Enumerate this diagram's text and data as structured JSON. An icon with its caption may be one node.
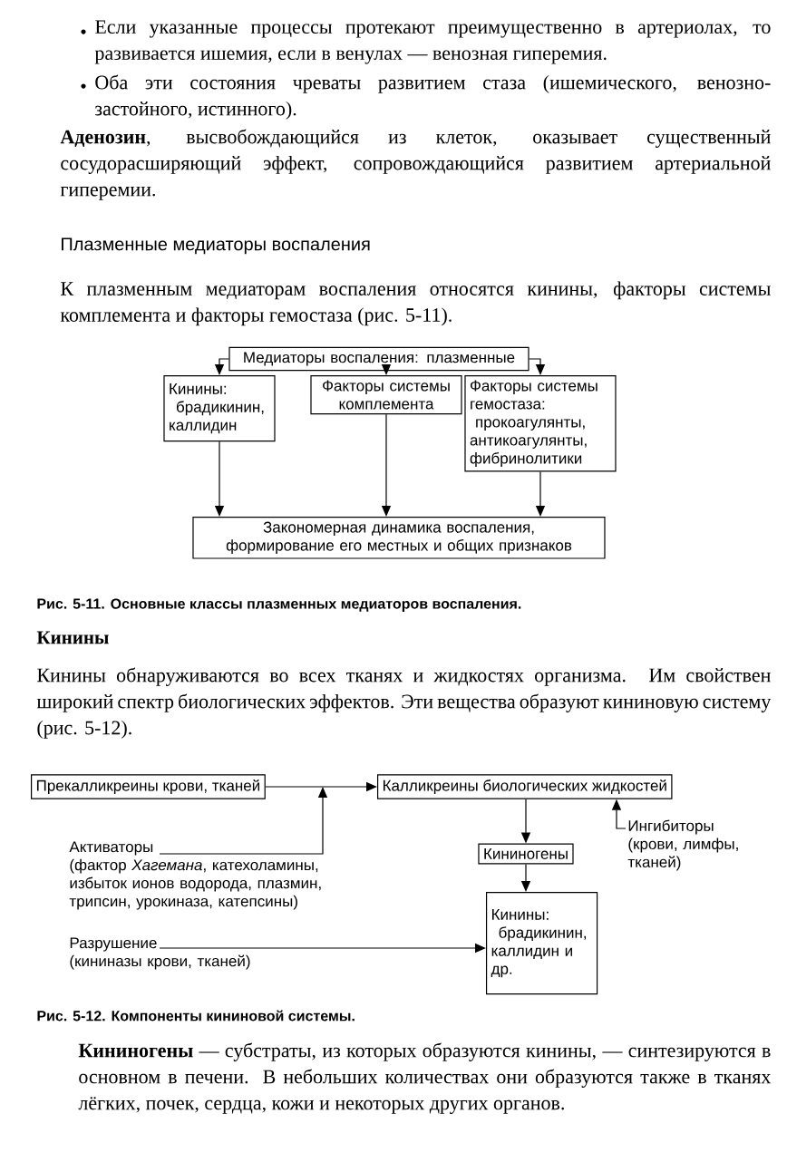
{
  "diagram": {
    "nodes": [
      {
        "text": [
          "Медиаторы воспаления: плазменные"
        ]
      },
      {
        "text": [
          "Кинины:",
          "брадикинин, каллидин"
        ]
      },
      {
        "text": [
          "Факторы системы комплемента"
        ]
      },
      {
        "text": [
          "Факторы системы гемостаза:",
          "прокоагулянты, антикоагулянты, фибринолитики"
        ]
      },
      {
        "text": [
          "Закономерная динамика воспаления, формирование его местных и общих признаков"
        ]
      },
      {
        "text": [
          "Прекалликреины крови, тканей"
        ]
      },
      {
        "text": [
          "Калликреины биологических жидкостей"
        ]
      },
      {
        "text": [
          "Кининогены"
        ]
      },
      {
        "text": [
          "Кинины:",
          "брадикинин, каллидин и др."
        ]
      },
      {
        "text": [
          "Активаторы",
          "(фактор *Хагемана*, катехоламины, избыток ионов водорода, плазмин, трипсин, урокиназа, катепсины)"
        ]
      },
      {
        "text": [
          "Ингибиторы",
          "(крови, лимфы, тканей)"
        ]
      },
      {
        "text": [
          "Разрушение",
          "(кининазы крови, тканей)"
        ]
      }
    ],
    "edges": [
      {
        "from": 0,
        "to": 1,
        "arrow": "to"
      },
      {
        "from": 0,
        "to": 2,
        "arrow": "to"
      },
      {
        "from": 0,
        "to": 3,
        "arrow": "to"
      },
      {
        "from": 1,
        "to": 4,
        "arrow": "to"
      },
      {
        "from": 2,
        "to": 4,
        "arrow": "to"
      },
      {
        "from": 3,
        "to": 4,
        "arrow": "to"
      },
      {
        "from": 5,
        "to": 6,
        "arrow": "to"
      },
      {
        "from": 9,
        "to": null,
        "arrow": "to"
      },
      {
        "from": 6,
        "to": 7,
        "arrow": "to"
      },
      {
        "from": 7,
        "to": 8,
        "arrow": "to"
      },
      {
        "from": 10,
        "to": 6,
        "arrow": "to"
      },
      {
        "from": 11,
        "to": 8,
        "arrow": "to"
      }
    ],
    "labels": [
      "Если указанные процессы протекают преимущественно в артериолах, то развивается ишемия, если в венулах — венозная гиперемия.",
      "Оба эти состояния чреваты развитием стаза (ишемического, венозно-застойного, истинного).",
      "**Аденозин**, высвобождающийся из клеток, оказывает существенный сосудорасширяющий эффект, сопровождающийся развитием артериальной гиперемии.",
      "Плазменные медиаторы воспаления",
      "К плазменным медиаторам воспаления относятся кинины, факторы системы комплемента и факторы гемостаза (рис. 5-11).",
      "Рис. 5-11. Основные классы плазменных медиаторов воспаления.",
      "Кинины",
      "Кинины обнаруживаются во всех тканях и жидкостях организма. Им свойствен широкий спектр биологических эффектов. Эти вещества образуют кининовую систему (рис. 5-12).",
      "Рис. 5-12. Компоненты кининовой системы.",
      "**Кининогены** — субстраты, из которых образуются кинины, — синтезируются в основном в печени. В небольших количествах они образуются также в тканях лёгких, почек, сердца, кожи и некоторых других органов."
    ]
  }
}
